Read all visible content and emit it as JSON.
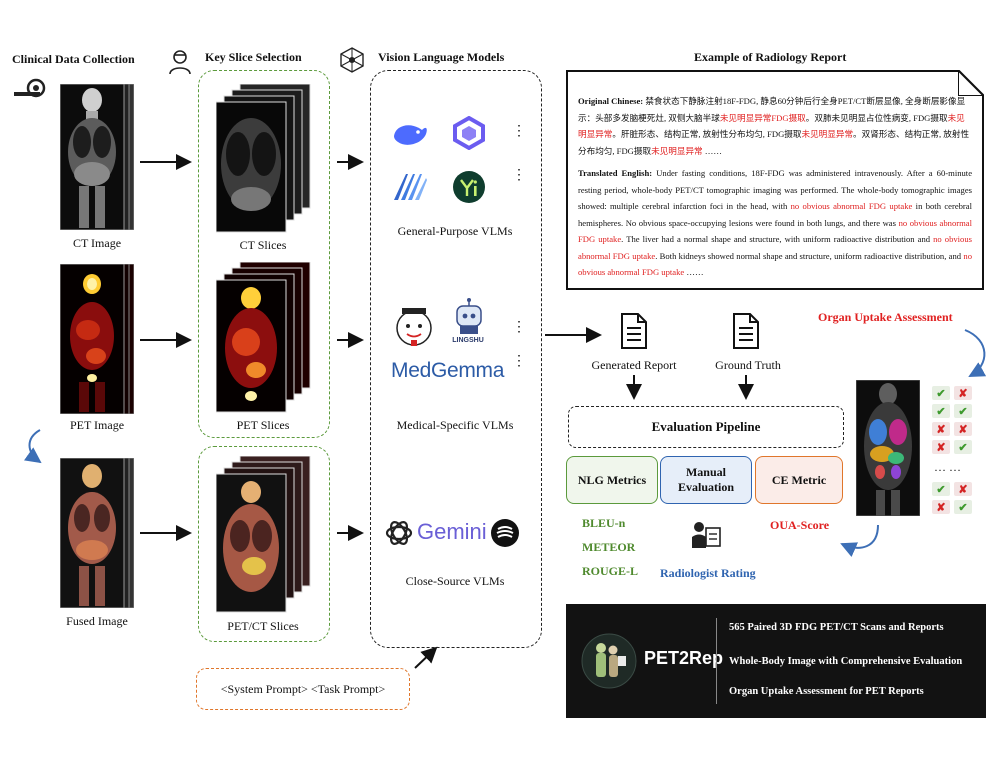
{
  "stages": {
    "clinical": "Clinical Data Collection",
    "slice": "Key Slice Selection",
    "vlm": "Vision Language Models",
    "report_title": "Example of Radiology Report"
  },
  "images": {
    "ct": "CT Image",
    "pet": "PET Image",
    "fused": "Fused Image",
    "ct_slices": "CT Slices",
    "pet_slices": "PET Slices",
    "petct_slices": "PET/CT Slices"
  },
  "vlms": {
    "general": "General-Purpose VLMs",
    "medical": "Medical-Specific VLMs",
    "closed": "Close-Source VLMs",
    "lingshu": "LINGSHU",
    "medgemma": "MedGemma",
    "gemini": "Gemini"
  },
  "prompt": "<System Prompt> <Task Prompt>",
  "report": {
    "cn_label": "Original Chinese:",
    "cn_1": " 禁食状态下静脉注射18F-FDG, 静息60分钟后行全身PET/CT断层显像, 全身断层影像显示：头部多发脑梗死灶, 双侧大脑半球",
    "cn_r1": "未见明显异常FDG摄取",
    "cn_2": "。双肺未见明显占位性病变, FDG摄取",
    "cn_r2": "未见明显异常",
    "cn_3": "。肝脏形态、结构正常, 放射性分布均匀, FDG摄取",
    "cn_r3": "未见明显异常",
    "cn_4": "。双肾形态、结构正常, 放射性分布均匀, FDG摄取",
    "cn_r4": "未见明显异常",
    "cn_5": " ……",
    "en_label": "Translated English:",
    "en_1": " Under fasting conditions, 18F-FDG was administered intravenously. After a 60-minute resting period, whole-body PET/CT tomographic imaging was performed. The whole-body tomographic images showed: multiple cerebral infarction foci in the head, with ",
    "en_r1": "no obvious abnormal FDG uptake",
    "en_2": " in both cerebral hemispheres. No obvious space-occupying lesions were found in both lungs, and there was ",
    "en_r2": "no obvious abnormal FDG uptake",
    "en_3": ". The liver had a normal shape and structure, with uniform radioactive distribution and ",
    "en_r3": "no obvious abnormal FDG uptake",
    "en_4": ". Both kidneys showed normal shape and structure, uniform radioactive distribution, and ",
    "en_r4": "no obvious abnormal FDG uptake",
    "en_5": " ……"
  },
  "eval": {
    "generated": "Generated Report",
    "truth": "Ground Truth",
    "pipeline": "Evaluation Pipeline",
    "nlg": "NLG Metrics",
    "manual": "Manual Evaluation",
    "ce": "CE Metric",
    "bleu": "BLEU-n",
    "meteor": "METEOR",
    "rouge": "ROUGE-L",
    "radiologist": "Radiologist Rating",
    "oua": "OUA-Score",
    "organ": "Organ Uptake Assessment",
    "ellipsis": "… …"
  },
  "pet2rep": {
    "name": "PET2Rep",
    "line1": "565 Paired 3D FDG PET/CT Scans and Reports",
    "line2": "Whole-Body Image with Comprehensive Evaluation",
    "line3": "Organ Uptake Assessment for PET Reports"
  },
  "colors": {
    "green": "#5b9a3c",
    "orange": "#e0762b",
    "red": "#e02020",
    "blue": "#2f64b0"
  }
}
